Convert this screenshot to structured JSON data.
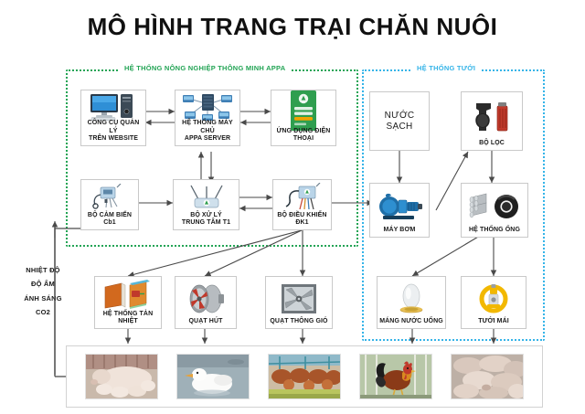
{
  "title": "MÔ HÌNH TRANG TRẠI CHĂN NUÔI",
  "colors": {
    "appa_green": "#23a455",
    "irrigation_blue": "#35b4e8",
    "box_border": "#c9c9c9",
    "wire": "#4a4a4a",
    "title": "#111111"
  },
  "groups": {
    "appa": {
      "title": "HỆ THỐNG NÔNG NGHIỆP THÔNG MINH APPA"
    },
    "irrigation": {
      "title": "HỆ THỐNG TƯỚI"
    }
  },
  "nodes": {
    "website": {
      "label": "CÔNG CỤ QUẢN LÝ\nTRÊN WEBSITE",
      "icon": "desktop-computer-icon"
    },
    "server": {
      "label": "HỆ THỐNG  MÁY CHỦ\nAPPA SERVER",
      "icon": "server-network-icon"
    },
    "mobileapp": {
      "label": "ỨNG DỤNG ĐIỆN THOẠI",
      "icon": "mobile-app-icon"
    },
    "sensor": {
      "label": "BỘ CẢM BIẾN Cb1",
      "icon": "sensor-module-icon"
    },
    "controller_t1": {
      "label": "BỘ XỬ LÝ\nTRUNG TÂM T1",
      "icon": "gateway-router-icon"
    },
    "controller_dk1": {
      "label": "BỘ ĐIỀU KHIỂN ĐK1",
      "icon": "control-box-icon"
    },
    "cooling": {
      "label": "HỆ THỐNG TẢN NHIỆT",
      "icon": "cooling-pad-icon"
    },
    "exhaust_fan": {
      "label": "QUẠT HÚT",
      "icon": "exhaust-fan-icon"
    },
    "vent_fan": {
      "label": "QUẠT THÔNG GIÓ",
      "icon": "ventilation-fan-icon"
    },
    "clean_water": {
      "label": "NƯỚC SẠCH",
      "icon": "none"
    },
    "filter": {
      "label": "BỘ LỌC",
      "icon": "water-filter-icon"
    },
    "pump": {
      "label": "MÁY BƠM",
      "icon": "water-pump-icon"
    },
    "pipes": {
      "label": "HỆ THỐNG ỐNG",
      "icon": "pipe-system-icon"
    },
    "drinker": {
      "label": "MÁNG NƯỚC UỐNG",
      "icon": "poultry-drinker-icon"
    },
    "roof_sprinkler": {
      "label": "TƯỚI MÁI",
      "icon": "sprinkler-icon"
    }
  },
  "sensor_legend": {
    "items": [
      "NHIỆT ĐỘ",
      "ĐỘ ẨM",
      "ÁNH SÁNG",
      "CO2"
    ]
  },
  "animals": [
    {
      "name": "sow-with-piglets-photo"
    },
    {
      "name": "white-duck-photo"
    },
    {
      "name": "cattle-feeding-photo"
    },
    {
      "name": "rooster-photo"
    },
    {
      "name": "pigs-herd-photo"
    }
  ]
}
